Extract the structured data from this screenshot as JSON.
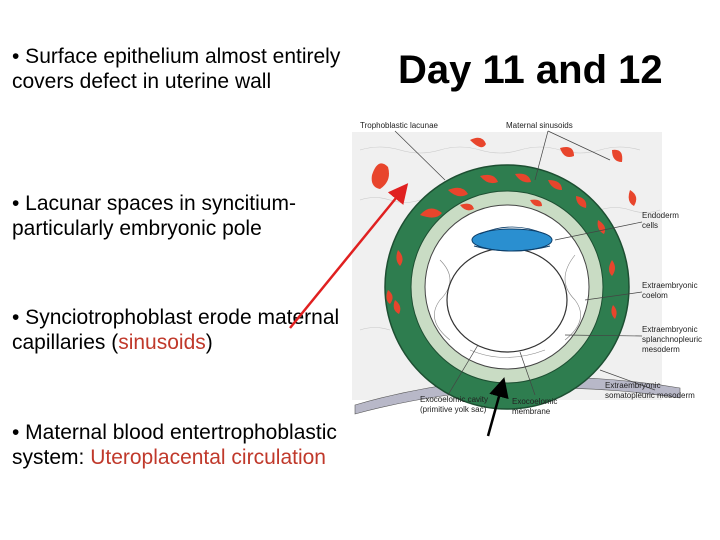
{
  "slide": {
    "title": "Day 11 and 12",
    "bullets": [
      {
        "text": "• Surface epithelium almost entirely covers defect in uterine wall"
      },
      {
        "text": "• Lacunar spaces in syncitium-particularly embryonic pole"
      },
      {
        "pre": "• Synciotrophoblast erode maternal capillaries (",
        "highlight": "sinusoids",
        "post": ")"
      },
      {
        "pre": "• Maternal blood entertrophoblastic system: ",
        "highlight": "Uteroplacental circulation"
      }
    ],
    "highlight_color": "#c0392b"
  },
  "diagram": {
    "labels": {
      "trophoblastic_lacunae": "Trophoblastic lacunae",
      "maternal_sinusoids": "Maternal sinusoids",
      "endoderm_cells_1": "Endoderm",
      "endoderm_cells_2": "cells",
      "extra_coelom_1": "Extraembryonic",
      "extra_coelom_2": "coelom",
      "extra_splanch_1": "Extraembryonic",
      "extra_splanch_2": "splanchnopleuric",
      "extra_splanch_3": "mesoderm",
      "extra_somato_1": "Extraembryonic",
      "extra_somato_2": "somatopleuric mesoderm",
      "exo_cavity_1": "Exocoelomic cavity",
      "exo_cavity_2": "(primitive yolk sac)",
      "exo_membrane_1": "Exocoelomic",
      "exo_membrane_2": "membrane"
    },
    "colors": {
      "trophoblast": "#2e7d4f",
      "lacunae": "#e8452c",
      "cytotrophoblast": "#c9dcc4",
      "embryo": "#2a8fd0",
      "arrow": "#e02020"
    }
  }
}
